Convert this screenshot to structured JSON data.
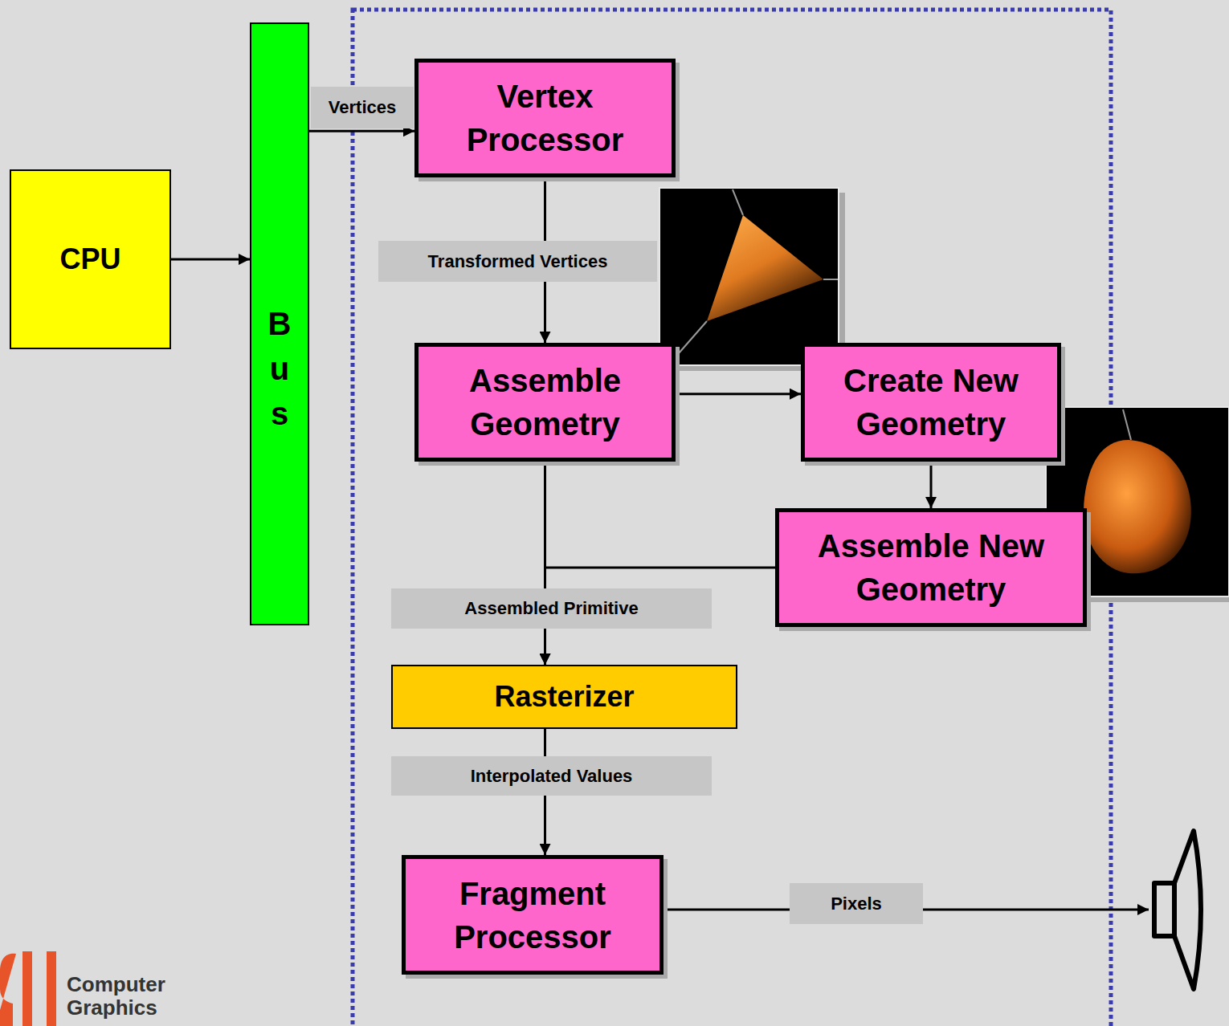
{
  "diagram": {
    "nodes": [
      {
        "text": [
          "CPU"
        ]
      },
      {
        "text": [
          "Bus"
        ]
      },
      {
        "text": [
          "Vertex Processor"
        ]
      },
      {
        "text": [
          "Assemble Geometry"
        ]
      },
      {
        "text": [
          "Create New Geometry"
        ]
      },
      {
        "text": [
          "Assemble New Geometry"
        ]
      },
      {
        "text": [
          "Rasterizer"
        ]
      },
      {
        "text": [
          "Fragment Processor"
        ]
      }
    ],
    "edges": [
      {
        "from": 0,
        "to": 1,
        "arrow": "to"
      },
      {
        "from": 1,
        "to": 2,
        "label": "Vertices",
        "arrow": "to"
      },
      {
        "from": 2,
        "to": 3,
        "label": "Transformed Vertices",
        "arrow": "to"
      },
      {
        "from": 3,
        "to": 4,
        "arrow": "to"
      },
      {
        "from": 4,
        "to": 5,
        "arrow": "to"
      },
      {
        "from": 5,
        "to": 6,
        "arrow": "to"
      },
      {
        "from": 3,
        "to": 6,
        "label": "Assembled Primitive",
        "arrow": "to"
      },
      {
        "from": 6,
        "to": 7,
        "label": "Interpolated Values",
        "arrow": "to"
      }
    ],
    "labels": [
      "Pixels",
      "Computer Graphics"
    ]
  }
}
